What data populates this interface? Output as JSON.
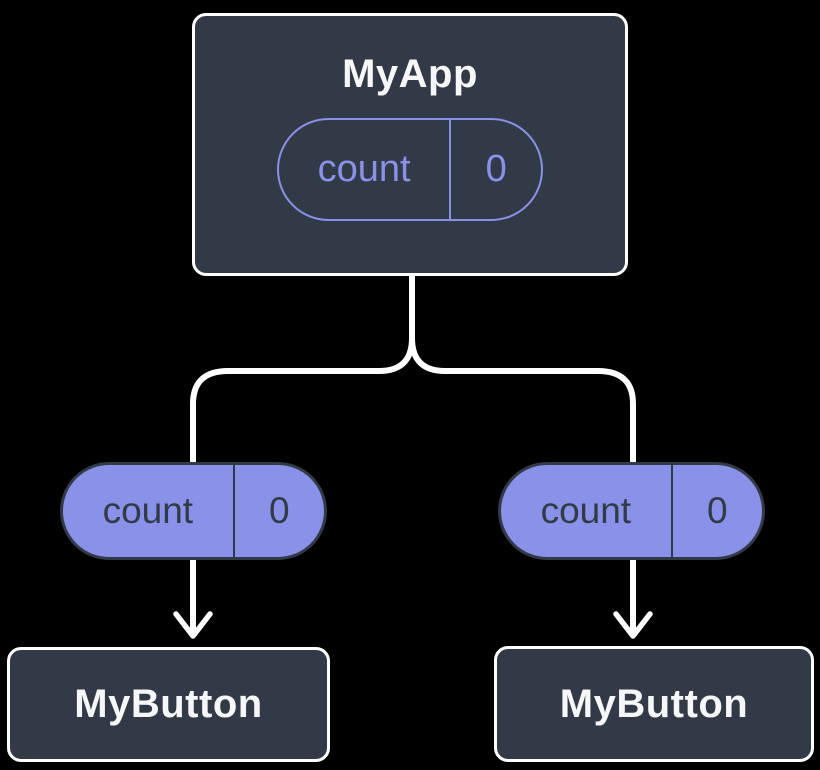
{
  "diagram": {
    "type": "component-tree",
    "background": "#000000",
    "colors": {
      "node_fill": "#333A47",
      "node_border": "#FFFFFF",
      "accent_purple": "#8A91E8",
      "text_light": "#F6F7F9",
      "connector": "#FFFFFF"
    },
    "root": {
      "title": "MyApp",
      "state_pill": {
        "label": "count",
        "value": "0"
      }
    },
    "props": [
      {
        "label": "count",
        "value": "0"
      },
      {
        "label": "count",
        "value": "0"
      }
    ],
    "children": [
      {
        "title": "MyButton"
      },
      {
        "title": "MyButton"
      }
    ]
  }
}
